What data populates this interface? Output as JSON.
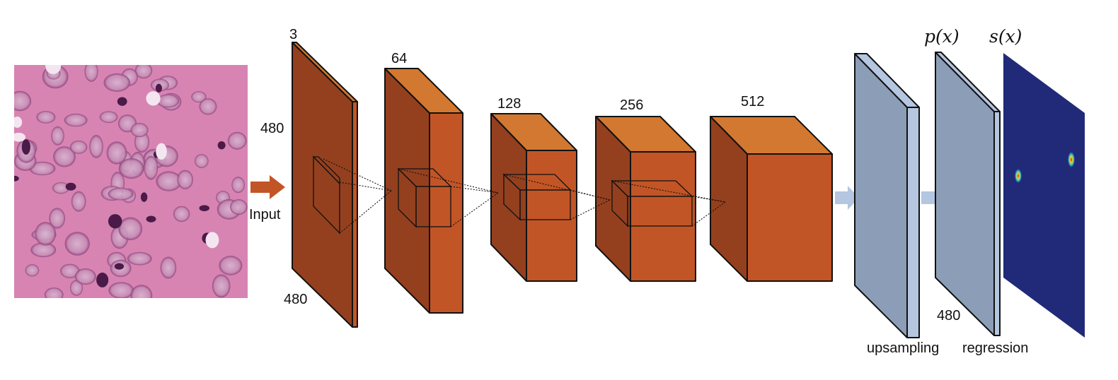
{
  "input": {
    "image_alt": "H&E stained histopathology patch",
    "arrow_label": "Input"
  },
  "layers": [
    {
      "top_label": "3",
      "height_label": "480",
      "width_label": "480"
    },
    {
      "top_label": "64"
    },
    {
      "top_label": "128"
    },
    {
      "top_label": "256"
    },
    {
      "top_label": "512"
    }
  ],
  "decoder": {
    "upsampling_label": "upsampling",
    "regression_label": "regression",
    "regression_size_label": "480",
    "prob_map_label": "p(x)",
    "score_map_label": "s(x)"
  },
  "colors": {
    "conv_front": "#c25526",
    "conv_side": "#94401f",
    "conv_top": "#d37830",
    "decoder_front": "#8c9eb7",
    "decoder_side": "#b4c6e0",
    "score_map": "#202a78",
    "input_arrow": "#c25526",
    "decoder_arrow": "#b4c6e0"
  }
}
